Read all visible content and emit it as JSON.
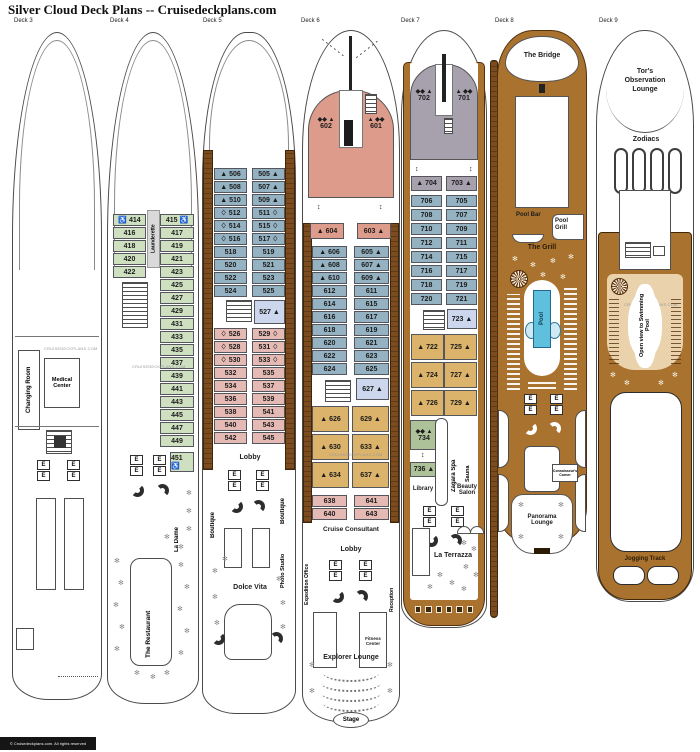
{
  "title": "Silver Cloud Deck Plans -- Cruisedeckplans.com",
  "footer": "© Cruisedeckplans.com. All rights reserved",
  "watermark": "CRUISEDECKPLANS.COM",
  "glyphs": {
    "elevator": "E",
    "table": "✻",
    "connect": "↕",
    "stage_dot": "▪"
  },
  "decks": {
    "d3": {
      "label": "Deck 3",
      "areas": {
        "changing": "Changing Room",
        "medical": "Medical Center"
      }
    },
    "d4": {
      "label": "Deck 4",
      "port": [
        {
          "t": "♿ 414"
        },
        {
          "t": "416"
        },
        {
          "t": "418"
        },
        {
          "t": "420"
        },
        {
          "t": "422"
        }
      ],
      "stbd": [
        {
          "t": "415 ♿"
        },
        {
          "t": "417"
        },
        {
          "t": "419"
        },
        {
          "t": "421"
        },
        {
          "t": "423"
        },
        {
          "t": "425"
        },
        {
          "t": "427"
        },
        {
          "t": "429"
        },
        {
          "t": "431"
        },
        {
          "t": "433"
        },
        {
          "t": "435"
        },
        {
          "t": "437"
        },
        {
          "t": "439"
        },
        {
          "t": "441"
        },
        {
          "t": "443"
        },
        {
          "t": "445"
        },
        {
          "t": "447"
        },
        {
          "t": "449"
        }
      ],
      "cabin451": "451 ♿",
      "areas": {
        "launderette": "Launderette",
        "ladame": "La Dame",
        "restaurant": "The Restaurant"
      }
    },
    "d5": {
      "label": "Deck 5",
      "port_blue": [
        {
          "t": "▲ 506"
        },
        {
          "t": "▲ 508"
        },
        {
          "t": "▲ 510"
        },
        {
          "t": "♢ 512"
        },
        {
          "t": "♢ 514"
        },
        {
          "t": "♢ 516"
        },
        {
          "t": "518"
        },
        {
          "t": "520"
        },
        {
          "t": "522"
        },
        {
          "t": "524"
        }
      ],
      "stbd_blue": [
        {
          "t": "505 ▲"
        },
        {
          "t": "507 ▲"
        },
        {
          "t": "509 ▲"
        },
        {
          "t": "511 ♢"
        },
        {
          "t": "515 ♢"
        },
        {
          "t": "517 ♢"
        },
        {
          "t": "519"
        },
        {
          "t": "521"
        },
        {
          "t": "523"
        },
        {
          "t": "525"
        }
      ],
      "cabin527": "527 ▲",
      "port_pink": [
        {
          "t": "♢ 526"
        },
        {
          "t": "♢ 528"
        },
        {
          "t": "♢ 530"
        },
        {
          "t": "532"
        },
        {
          "t": "534"
        },
        {
          "t": "536"
        },
        {
          "t": "538"
        },
        {
          "t": "540"
        },
        {
          "t": "542"
        }
      ],
      "stbd_pink": [
        {
          "t": "529 ♢"
        },
        {
          "t": "531 ♢"
        },
        {
          "t": "533 ♢"
        },
        {
          "t": "535"
        },
        {
          "t": "537"
        },
        {
          "t": "539"
        },
        {
          "t": "541"
        },
        {
          "t": "543"
        },
        {
          "t": "545"
        }
      ],
      "areas": {
        "lobby": "Lobby",
        "boutique_port": "Boutique",
        "boutique_stbd": "Boutique",
        "photo": "Photo Studio",
        "dolce": "Dolce Vita"
      }
    },
    "d6": {
      "label": "Deck 6",
      "suite602": {
        "icons": "◆◆ ▲",
        "num": "602"
      },
      "suite601": {
        "icons": "▲ ◆◆",
        "num": "601"
      },
      "cabin604": "▲ 604",
      "cabin603": "603 ▲",
      "port_blue": [
        {
          "t": "▲ 606"
        },
        {
          "t": "▲ 608"
        },
        {
          "t": "▲ 610"
        },
        {
          "t": "612"
        },
        {
          "t": "614"
        },
        {
          "t": "616"
        },
        {
          "t": "618"
        },
        {
          "t": "620"
        },
        {
          "t": "622"
        },
        {
          "t": "624"
        }
      ],
      "stbd_blue": [
        {
          "t": "605 ▲"
        },
        {
          "t": "607 ▲"
        },
        {
          "t": "609 ▲"
        },
        {
          "t": "611"
        },
        {
          "t": "615"
        },
        {
          "t": "617"
        },
        {
          "t": "619"
        },
        {
          "t": "621"
        },
        {
          "t": "623"
        },
        {
          "t": "625"
        }
      ],
      "cabin627": "627 ▲",
      "port_tan": [
        {
          "t": "▲ 626"
        },
        {
          "t": "▲ 630"
        },
        {
          "t": "▲ 634"
        }
      ],
      "stbd_tan": [
        {
          "t": "629 ▲"
        },
        {
          "t": "633 ▲"
        },
        {
          "t": "637 ▲"
        }
      ],
      "port_pink": [
        {
          "t": "638"
        },
        {
          "t": "640"
        }
      ],
      "stbd_pink": [
        {
          "t": "641"
        },
        {
          "t": "643"
        }
      ],
      "areas": {
        "consultant": "Cruise Consultant",
        "lobby": "Lobby",
        "expedition": "Expedition Office",
        "reception": "Reception",
        "fitness": "Fitness Center",
        "explorer": "Explorer Lounge",
        "stage": "Stage"
      }
    },
    "d7": {
      "label": "Deck 7",
      "suite702": {
        "icons": "◆◆ ▲",
        "num": "702"
      },
      "suite701": {
        "icons": "▲ ◆◆",
        "num": "701"
      },
      "cabin704": "▲ 704",
      "cabin703": "703 ▲",
      "port_blue": [
        {
          "t": "706"
        },
        {
          "t": "708"
        },
        {
          "t": "710"
        },
        {
          "t": "712"
        },
        {
          "t": "714"
        },
        {
          "t": "716"
        },
        {
          "t": "718"
        },
        {
          "t": "720"
        }
      ],
      "stbd_blue": [
        {
          "t": "705"
        },
        {
          "t": "707"
        },
        {
          "t": "709"
        },
        {
          "t": "711"
        },
        {
          "t": "715"
        },
        {
          "t": "717"
        },
        {
          "t": "719"
        },
        {
          "t": "721"
        }
      ],
      "cabin723": "723 ▲",
      "port_tan": [
        {
          "t": "▲ 722"
        },
        {
          "t": "▲ 724"
        },
        {
          "t": "▲ 726"
        }
      ],
      "stbd_tan": [
        {
          "t": "725 ▲"
        },
        {
          "t": "727 ▲"
        },
        {
          "t": "729 ▲"
        }
      ],
      "cabin734": {
        "icons": "◆◆ ▲",
        "num": "734"
      },
      "cabin736": "736 ▲",
      "areas": {
        "spa": "Zagara Spa",
        "sauna": "Sauna",
        "library": "Library",
        "beauty": "Beauty Salon",
        "terrazza": "La Terrazza"
      }
    },
    "d8": {
      "label": "Deck 8",
      "areas": {
        "bridge": "The Bridge",
        "poolbar": "Pool Bar",
        "poolgrill": "Pool Grill",
        "grill": "The Grill",
        "pool": "Pool",
        "connoisseur": "Connoisseur's Corner",
        "panorama": "Panorama Lounge"
      }
    },
    "d9": {
      "label": "Deck 9",
      "areas": {
        "tors": "Tor's Observation Lounge",
        "zodiacs": "Zodiacs",
        "openview": "Open view to Swimming Pool",
        "jogging": "Jogging Track"
      }
    }
  }
}
